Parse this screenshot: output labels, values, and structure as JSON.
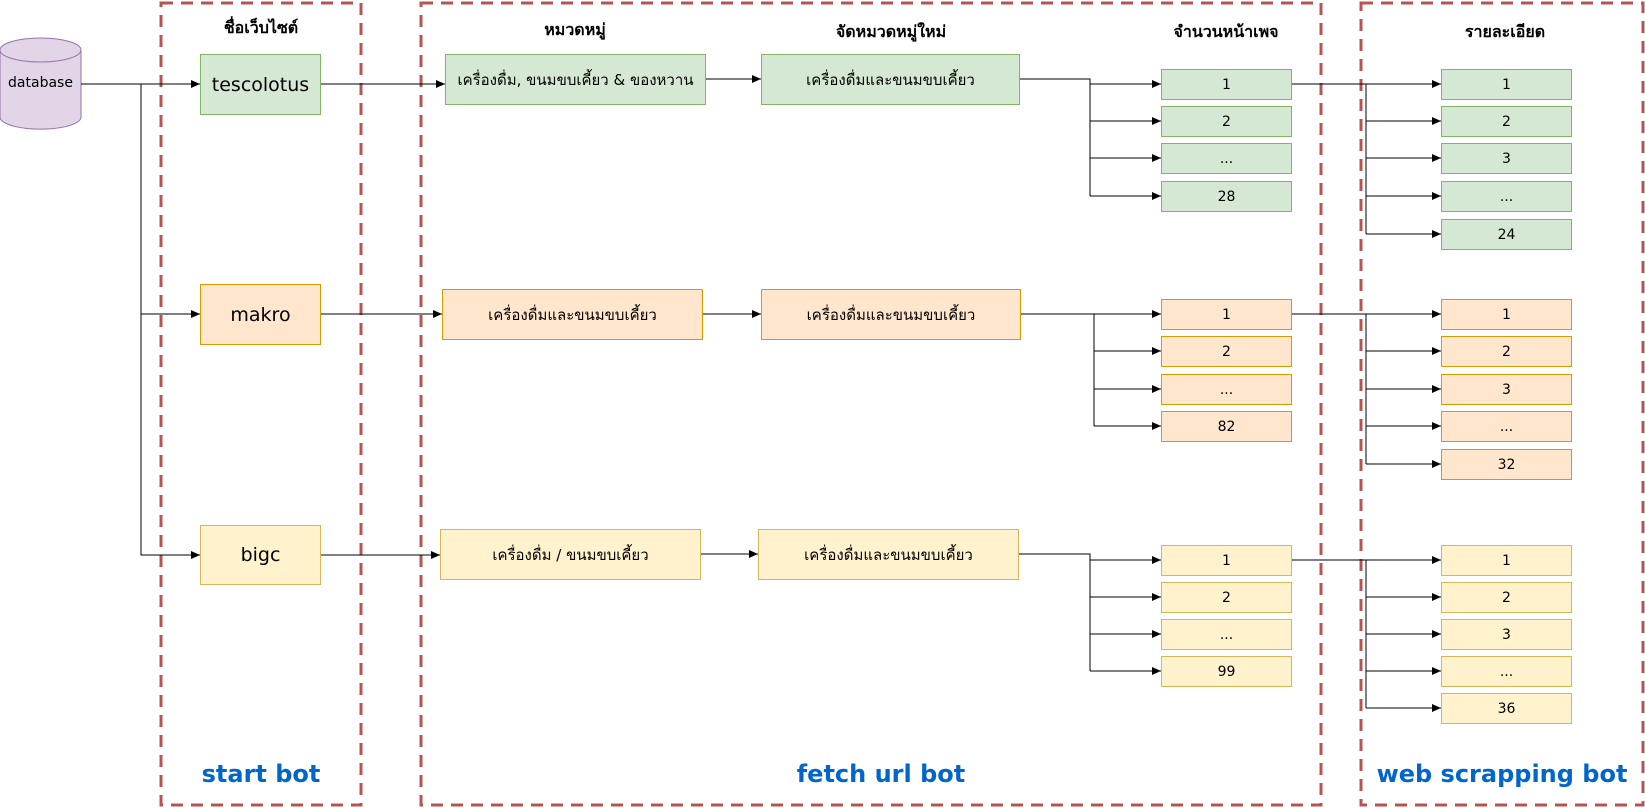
{
  "database": {
    "label": "database"
  },
  "headers": {
    "site_name": "ชื่อเว็บไซต์",
    "category": "หมวดหมู่",
    "regroup": "จัดหมวดหมู่ใหม่",
    "page_count": "จำนวนหน้าเพจ",
    "detail": "รายละเอียด"
  },
  "bots": {
    "start": "start bot",
    "fetch": "fetch url bot",
    "scrape": "web scrapping bot"
  },
  "rows": [
    {
      "site": "tescolotus",
      "category": "เครื่องดื่ม, ขนมขบเคี้ยว & ของหวาน",
      "new_category": "เครื่องดื่มและขนมขบเคี้ยว",
      "pages": [
        "1",
        "2",
        "...",
        "28"
      ],
      "details": [
        "1",
        "2",
        "3",
        "...",
        "24"
      ]
    },
    {
      "site": "makro",
      "category": "เครื่องดื่มและขนมขบเคี้ยว",
      "new_category": "เครื่องดื่มและขนมขบเคี้ยว",
      "pages": [
        "1",
        "2",
        "...",
        "82"
      ],
      "details": [
        "1",
        "2",
        "3",
        "...",
        "32"
      ]
    },
    {
      "site": "bigc",
      "category": "เครื่องดื่ม / ขนมขบเคี้ยว",
      "new_category": "เครื่องดื่มและขนมขบเคี้ยว",
      "pages": [
        "1",
        "2",
        "...",
        "99"
      ],
      "details": [
        "1",
        "2",
        "3",
        "...",
        "36"
      ]
    }
  ],
  "colors": {
    "green_fill": "#d5e8d4",
    "green_stroke": "#82b366",
    "orange_fill": "#ffe6cc",
    "orange_stroke": "#d79b00",
    "yellow_fill": "#fff2cc",
    "yellow_stroke": "#d6b656",
    "db_fill": "#e1d5e7",
    "db_stroke": "#9673a6",
    "group_border": "#b85450",
    "bot_label": "#0066cc"
  }
}
